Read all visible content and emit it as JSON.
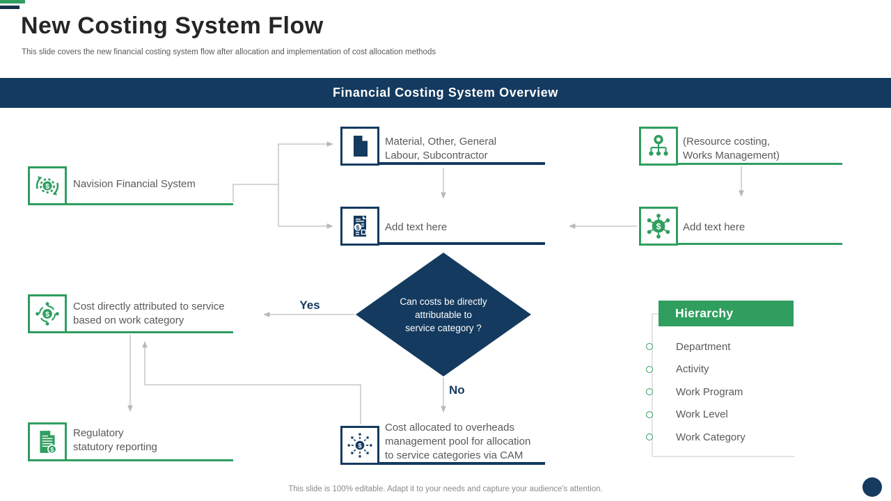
{
  "slide": {
    "title": "New Costing System Flow",
    "subtitle": "This slide covers the new financial costing system flow after allocation and implementation of cost allocation methods",
    "banner_title": "Financial Costing System Overview",
    "footer_note": "This slide is 100% editable. Adapt it to your needs and capture your audience's attention."
  },
  "colors": {
    "navy": "#143a5f",
    "green": "#2f9e5f",
    "label_gray": "#595959",
    "connector_gray": "#bdbdbd"
  },
  "flow": {
    "navision": {
      "icon": "sync-dollar-icon",
      "label": "Navision Financial System"
    },
    "material": {
      "icon": "file-icon",
      "lines": [
        "Material, Other, General",
        "Labour, Subcontractor"
      ]
    },
    "add_text_mid": {
      "icon": "invoice-dollar-icon",
      "label": "Add text here"
    },
    "resource": {
      "icon": "org-chart-icon",
      "lines": [
        "(Resource costing,",
        "Works Management)"
      ]
    },
    "add_text_right": {
      "icon": "dollar-network-icon",
      "label": "Add text here"
    },
    "decision": {
      "lines": [
        "Can costs be directly",
        "attributable to",
        "service category ?"
      ],
      "yes_label": "Yes",
      "no_label": "No"
    },
    "cost_direct": {
      "icon": "coin-orbit-icon",
      "lines": [
        "Cost directly attributed to service",
        "based on work category"
      ]
    },
    "regulatory": {
      "icon": "report-dollar-icon",
      "lines": [
        "Regulatory",
        "statutory  reporting"
      ]
    },
    "overheads": {
      "icon": "allocation-dollar-icon",
      "lines": [
        "Cost allocated to overheads",
        "management pool for allocation",
        "to service categories via CAM"
      ]
    }
  },
  "hierarchy": {
    "title": "Hierarchy",
    "items": [
      "Department",
      "Activity",
      "Work Program",
      "Work Level",
      "Work Category"
    ]
  }
}
